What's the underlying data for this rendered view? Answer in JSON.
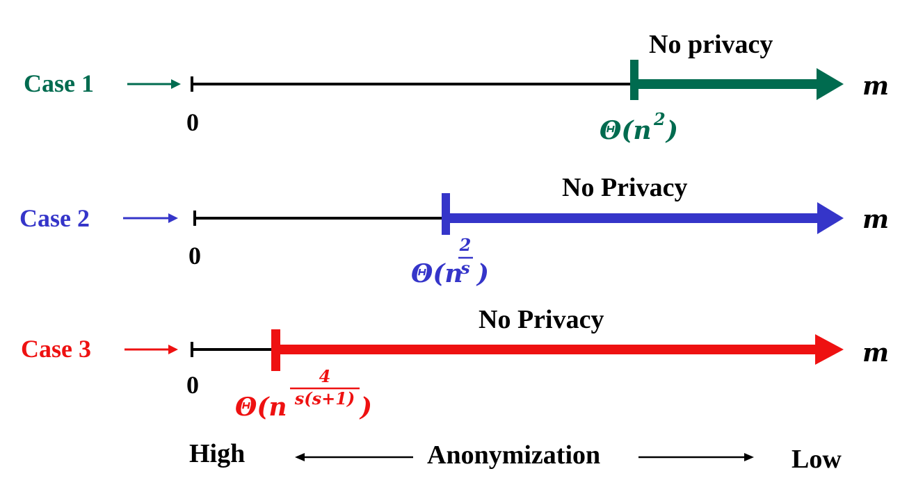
{
  "cases": [
    {
      "label": "Case 1",
      "color": "#006b4f",
      "zero_label": "0",
      "region_label": "No privacy",
      "threshold": {
        "prefix": "Θ(n",
        "sup": "2",
        "suffix": ")"
      },
      "axis_label": "m"
    },
    {
      "label": "Case 2",
      "color": "#3535c9",
      "zero_label": "0",
      "region_label": "No Privacy",
      "threshold": {
        "prefix": "Θ(n",
        "frac_num": "2",
        "frac_den": "s",
        "suffix": ")"
      },
      "axis_label": "m"
    },
    {
      "label": "Case 3",
      "color": "#ee1111",
      "zero_label": "0",
      "region_label": "No Privacy",
      "threshold": {
        "prefix": "Θ(n",
        "frac_num": "4",
        "frac_den": "s(s+1)",
        "suffix": ")"
      },
      "axis_label": "m"
    }
  ],
  "scale": {
    "left_label": "High",
    "center_label": "Anonymization",
    "right_label": "Low"
  }
}
